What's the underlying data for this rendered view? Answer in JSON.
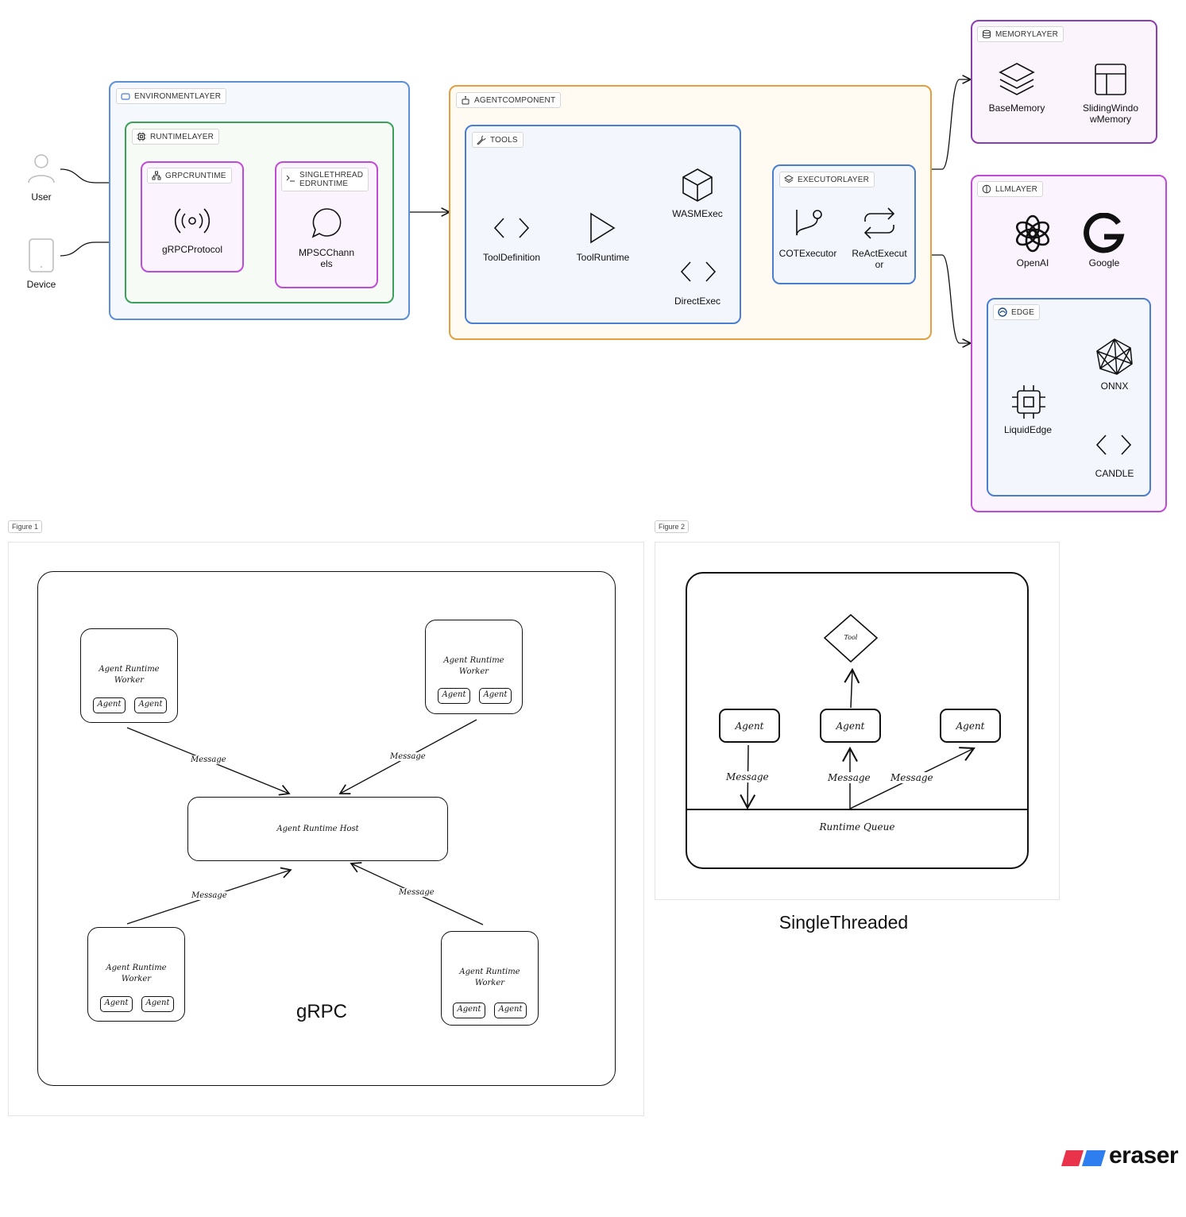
{
  "diagram": {
    "actors": {
      "user": "User",
      "device": "Device"
    },
    "environment_layer": {
      "title": "ENVIRONMENTLAYER",
      "runtime_layer": {
        "title": "RUNTIMELAYER",
        "grpc_runtime": {
          "title": "GRPCRUNTIME",
          "node": "gRPCProtocol"
        },
        "single_threaded_runtime": {
          "title_line1": "SINGLETHREAD",
          "title_line2": "EDRUNTIME",
          "node_line1": "MPSCChann",
          "node_line2": "els"
        }
      }
    },
    "agent_component": {
      "title": "AGENTCOMPONENT",
      "tools": {
        "title": "TOOLS",
        "tool_definition": "ToolDefinition",
        "tool_runtime": "ToolRuntime",
        "wasm_exec": "WASMExec",
        "direct_exec": "DirectExec"
      },
      "executor_layer": {
        "title": "EXECUTORLAYER",
        "cot_executor": "COTExecutor",
        "react_executor_line1": "ReActExecut",
        "react_executor_line2": "or"
      }
    },
    "memory_layer": {
      "title": "MEMORYLAYER",
      "base_memory": "BaseMemory",
      "sliding_line1": "SlidingWindo",
      "sliding_line2": "wMemory"
    },
    "llm_layer": {
      "title": "LLMLAYER",
      "openai": "OpenAI",
      "google": "Google",
      "edge": {
        "title": "EDGE",
        "liquid_edge": "LiquidEdge",
        "onnx": "ONNX",
        "candle": "CANDLE"
      }
    }
  },
  "figure1": {
    "tag": "Figure 1",
    "caption": "gRPC",
    "host": "Agent Runtime Host",
    "worker_line1": "Agent Runtime",
    "worker_line2": "Worker",
    "agent": "Agent",
    "message": "Message"
  },
  "figure2": {
    "tag": "Figure 2",
    "caption": "SingleThreaded",
    "tool": "Tool",
    "agent": "Agent",
    "message": "Message",
    "queue": "Runtime Queue"
  },
  "brand": {
    "name": "eraser",
    "colors": [
      "#e8334a",
      "#2f7ef0"
    ]
  },
  "colors": {
    "environment": "#5b8fd8",
    "runtime": "#3aa05a",
    "purple": "#c04cd6",
    "agent": "#e0a040",
    "blue_inner": "#4a7ed0",
    "memory": "#8a3fae"
  }
}
